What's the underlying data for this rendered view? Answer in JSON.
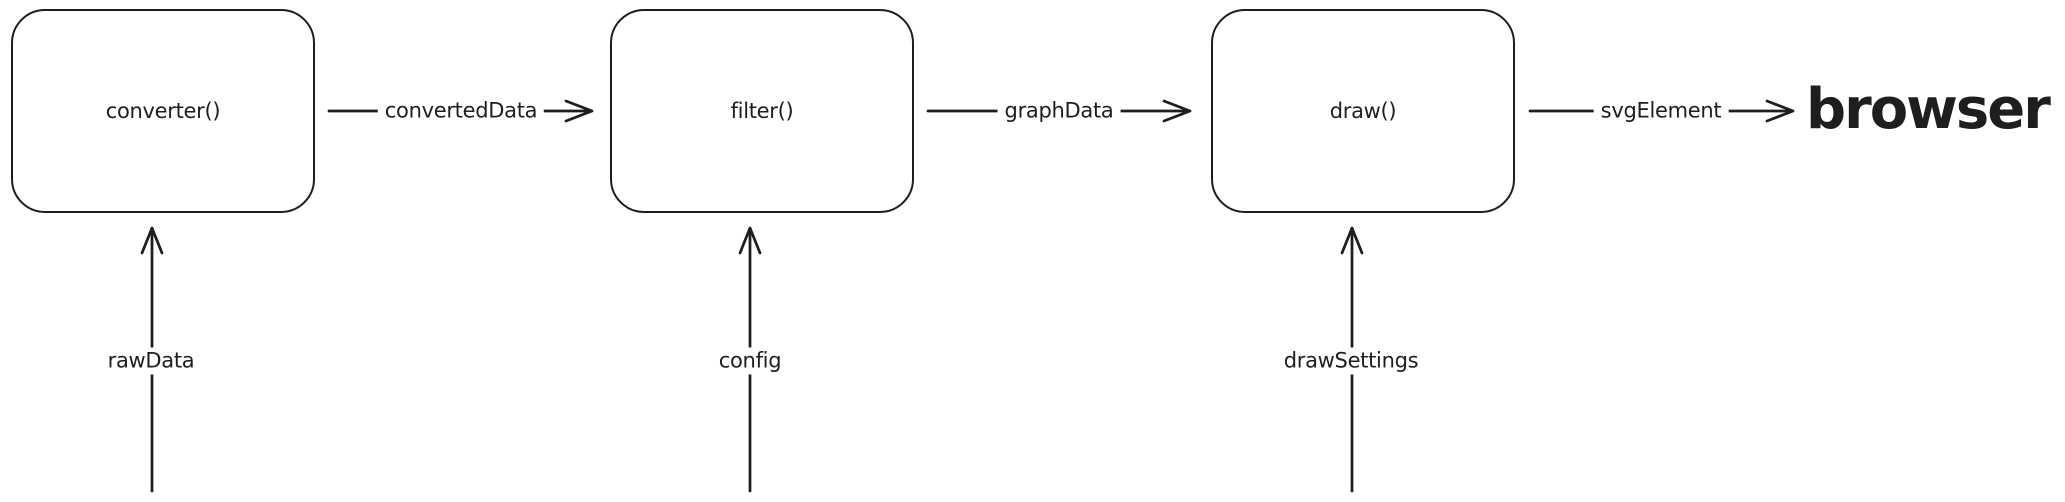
{
  "diagram": {
    "type": "flowchart",
    "background_color": "#ffffff",
    "stroke_color": "#1e1e1e",
    "nodes": [
      {
        "id": "converter",
        "label": "converter()",
        "shape": "rounded-rectangle"
      },
      {
        "id": "filter",
        "label": "filter()",
        "shape": "rounded-rectangle"
      },
      {
        "id": "draw",
        "label": "draw()",
        "shape": "rounded-rectangle"
      }
    ],
    "sink_label": "browser",
    "edges": [
      {
        "from": "converter",
        "to": "filter",
        "label": "convertedData",
        "direction": "right"
      },
      {
        "from": "filter",
        "to": "draw",
        "label": "graphData",
        "direction": "right"
      },
      {
        "from": "draw",
        "to": "browser",
        "label": "svgElement",
        "direction": "right"
      }
    ],
    "inputs": [
      {
        "to": "converter",
        "label": "rawData",
        "direction": "up"
      },
      {
        "to": "filter",
        "label": "config",
        "direction": "up"
      },
      {
        "to": "draw",
        "label": "drawSettings",
        "direction": "up"
      }
    ]
  }
}
